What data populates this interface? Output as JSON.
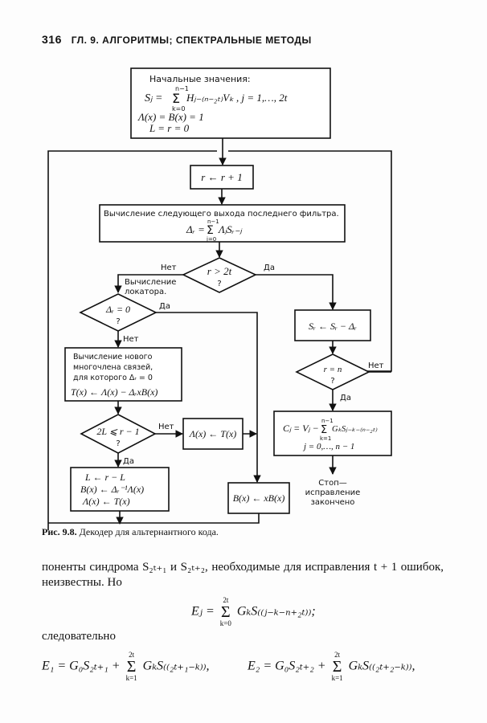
{
  "header": {
    "page_number": "316",
    "running_title": "ГЛ. 9. АЛГОРИТМЫ; СПЕКТРАЛЬНЫЕ МЕТОДЫ"
  },
  "flowchart": {
    "init": {
      "title": "Начальные значения:",
      "eq1": "Sⱼ = Σₖ₌₀ⁿ⁻¹ Hⱼ₋₍ₙ₋₂ₜ₎Vₖ ,  j = 1,…, 2t",
      "eq1_lhs": "Sⱼ =",
      "eq1_sum_top": "n−1",
      "eq1_sum_bot": "k=0",
      "eq1_rhs": "Hⱼ₋₍ₙ₋₂ₜ₎Vₖ ,  j = 1,…, 2t",
      "eq2": "Λ(x) = B(x) = 1",
      "eq3": "L = r = 0"
    },
    "increment": "r ← r + 1",
    "compute_delta": {
      "title": "Вычисление следующего выхода последнего фильтра.",
      "lhs": "Δᵣ =",
      "sum_top": "n−1",
      "sum_bot": "j=0",
      "rhs": "ΛⱼSᵣ₋ⱼ"
    },
    "decision_r_gt_2t": {
      "cond": "r > 2t",
      "q": "?",
      "no": "Нет",
      "yes": "Да"
    },
    "locator_label": [
      "Вычисление",
      "локатора."
    ],
    "decision_delta_zero": {
      "cond": "Δᵣ = 0",
      "q": "?",
      "yes": "Да",
      "no": "Нет"
    },
    "new_poly": {
      "lines": [
        "Вычисление нового",
        "многочлена связей,",
        "для которого Δᵣ = 0"
      ],
      "eq": "T(x) ← Λ(x) − ΔᵣxB(x)"
    },
    "decision_2L": {
      "cond": "2L ⩽ r − 1",
      "q": "?",
      "no": "Нет",
      "yes": "Да"
    },
    "assign_lambda_T": "Λ(x) ← T(x)",
    "update_block": [
      "L ← r − L",
      "B(x) ← Δᵣ⁻¹Λ(x)",
      "Λ(x) ← T(x)"
    ],
    "shift_B": "B(x) ← xB(x)",
    "update_S": "Sᵣ ← Sᵣ − Δᵣ",
    "decision_r_eq_n": {
      "cond": "r = n",
      "q": "?",
      "no": "Нет",
      "yes": "Да"
    },
    "output_C": {
      "lhs": "Cⱼ = Vⱼ −",
      "sum_top": "n−1",
      "sum_bot": "k=1",
      "rhs": "GₖSⱼ₋ₖ₋₍ₙ₋₂ₜ₎",
      "range": "j = 0,…, n − 1"
    },
    "stop": [
      "Стоп—",
      "исправление",
      "закончено"
    ]
  },
  "caption": {
    "label": "Рис. 9.8.",
    "text": "Декодер для альтернантного кода."
  },
  "body": {
    "para1": "поненты синдрома S₂ₜ₊₁ и S₂ₜ₊₂, необходимые для исправления t + 1 ошибок, неизвестны. Но",
    "eq_E_j": "Eⱼ = Σₖ₌₀²ᵗ GₖS₍₍ⱼ₋ₖ₋ₙ₊₂ₜ₎₎;",
    "eq_E_j_lhs": "Eⱼ =",
    "eq_E_j_sum_top": "2t",
    "eq_E_j_sum_bot": "k=0",
    "eq_E_j_rhs": "GₖS₍₍ⱼ₋ₖ₋ₙ₊₂ₜ₎₎;",
    "para2": "следовательно",
    "eq_E1_lhs": "E₁ = G₀S₂ₜ₊₁ +",
    "eq_E1_sum_top": "2t",
    "eq_E1_sum_bot": "k=1",
    "eq_E1_rhs": "GₖS₍₍₂ₜ₊₁₋ₖ₎₎,",
    "eq_E2_lhs": "E₂ = G₀S₂ₜ₊₂ +",
    "eq_E2_sum_top": "2t",
    "eq_E2_sum_bot": "k=1",
    "eq_E2_rhs": "GₖS₍₍₂ₜ₊₂₋ₖ₎₎,"
  }
}
